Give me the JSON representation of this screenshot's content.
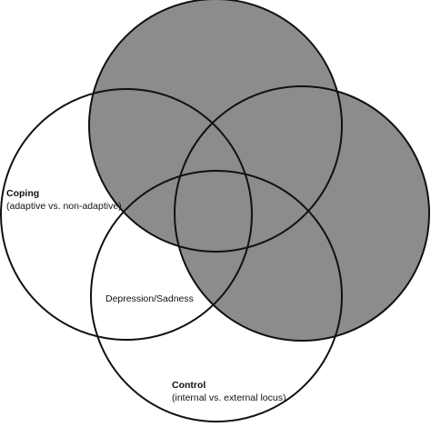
{
  "diagram": {
    "type": "venn",
    "shaded_color": "#8c8c8c",
    "outline_color": "#111111",
    "circles": [
      {
        "name": "top",
        "shaded": true
      },
      {
        "name": "right",
        "shaded": true
      },
      {
        "name": "left",
        "title": "Coping",
        "subtitle": "(adaptive vs. non-adaptive)"
      },
      {
        "name": "bottom",
        "title": "Control",
        "subtitle": "(internal vs. external locus)"
      }
    ],
    "region_labels": {
      "left_bottom_overlap": "Depression/Sadness"
    }
  }
}
